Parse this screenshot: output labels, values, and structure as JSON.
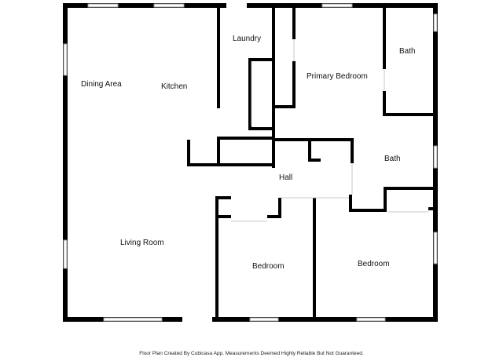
{
  "floor_plan": {
    "rooms": [
      {
        "id": "dining",
        "label": "Dining Area"
      },
      {
        "id": "kitchen",
        "label": "Kitchen"
      },
      {
        "id": "laundry",
        "label": "Laundry"
      },
      {
        "id": "primary-bedroom",
        "label": "Primary Bedroom"
      },
      {
        "id": "bath-top",
        "label": "Bath"
      },
      {
        "id": "bath-mid",
        "label": "Bath"
      },
      {
        "id": "hall",
        "label": "Hall"
      },
      {
        "id": "living",
        "label": "Living Room"
      },
      {
        "id": "bedroom-1",
        "label": "Bedroom"
      },
      {
        "id": "bedroom-2",
        "label": "Bedroom"
      }
    ],
    "wall_color": "#000000",
    "background": "#ffffff"
  },
  "footer": {
    "disclaimer": "Floor Plan Created By Cubicasa App. Measurements Deemed Highly Reliable But Not Guaranteed."
  }
}
